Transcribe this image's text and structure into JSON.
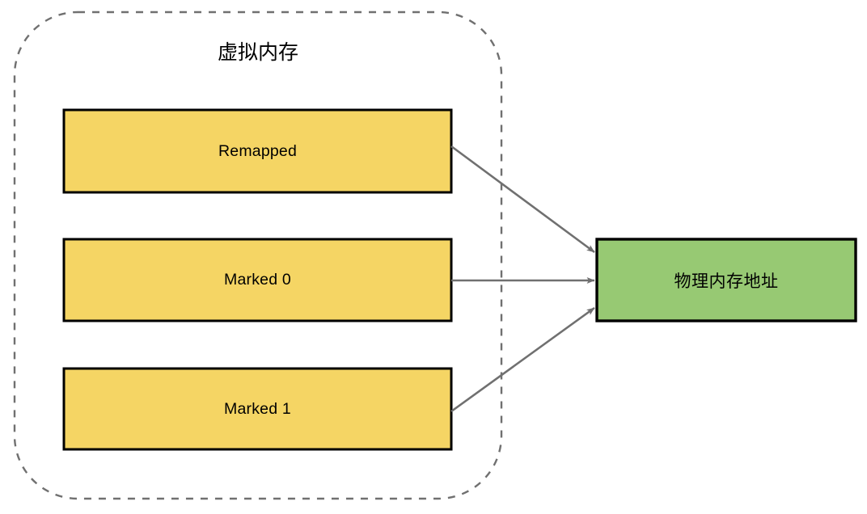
{
  "diagram": {
    "title": "虚拟内存",
    "group": {
      "name": "virtual-memory-group",
      "label": "虚拟内存",
      "border_style": "dashed",
      "border_color": "#707070"
    },
    "colors": {
      "virtual_block_fill": "#F5D564",
      "virtual_block_stroke": "#000000",
      "physical_block_fill": "#97C973",
      "physical_block_stroke": "#000000",
      "arrow": "#707070",
      "group_border": "#707070",
      "background": "#FFFFFF",
      "text": "#000000"
    },
    "virtual_blocks": [
      {
        "id": "remapped",
        "label": "Remapped"
      },
      {
        "id": "marked-0",
        "label": "Marked 0"
      },
      {
        "id": "marked-1",
        "label": "Marked 1"
      }
    ],
    "physical_block": {
      "id": "physical-memory-address",
      "label": "物理内存地址"
    },
    "connections": [
      {
        "from": "Remapped",
        "to": "物理内存地址",
        "style": "arrow"
      },
      {
        "from": "Marked 0",
        "to": "物理内存地址",
        "style": "arrow"
      },
      {
        "from": "Marked 1",
        "to": "物理内存地址",
        "style": "arrow"
      }
    ]
  }
}
